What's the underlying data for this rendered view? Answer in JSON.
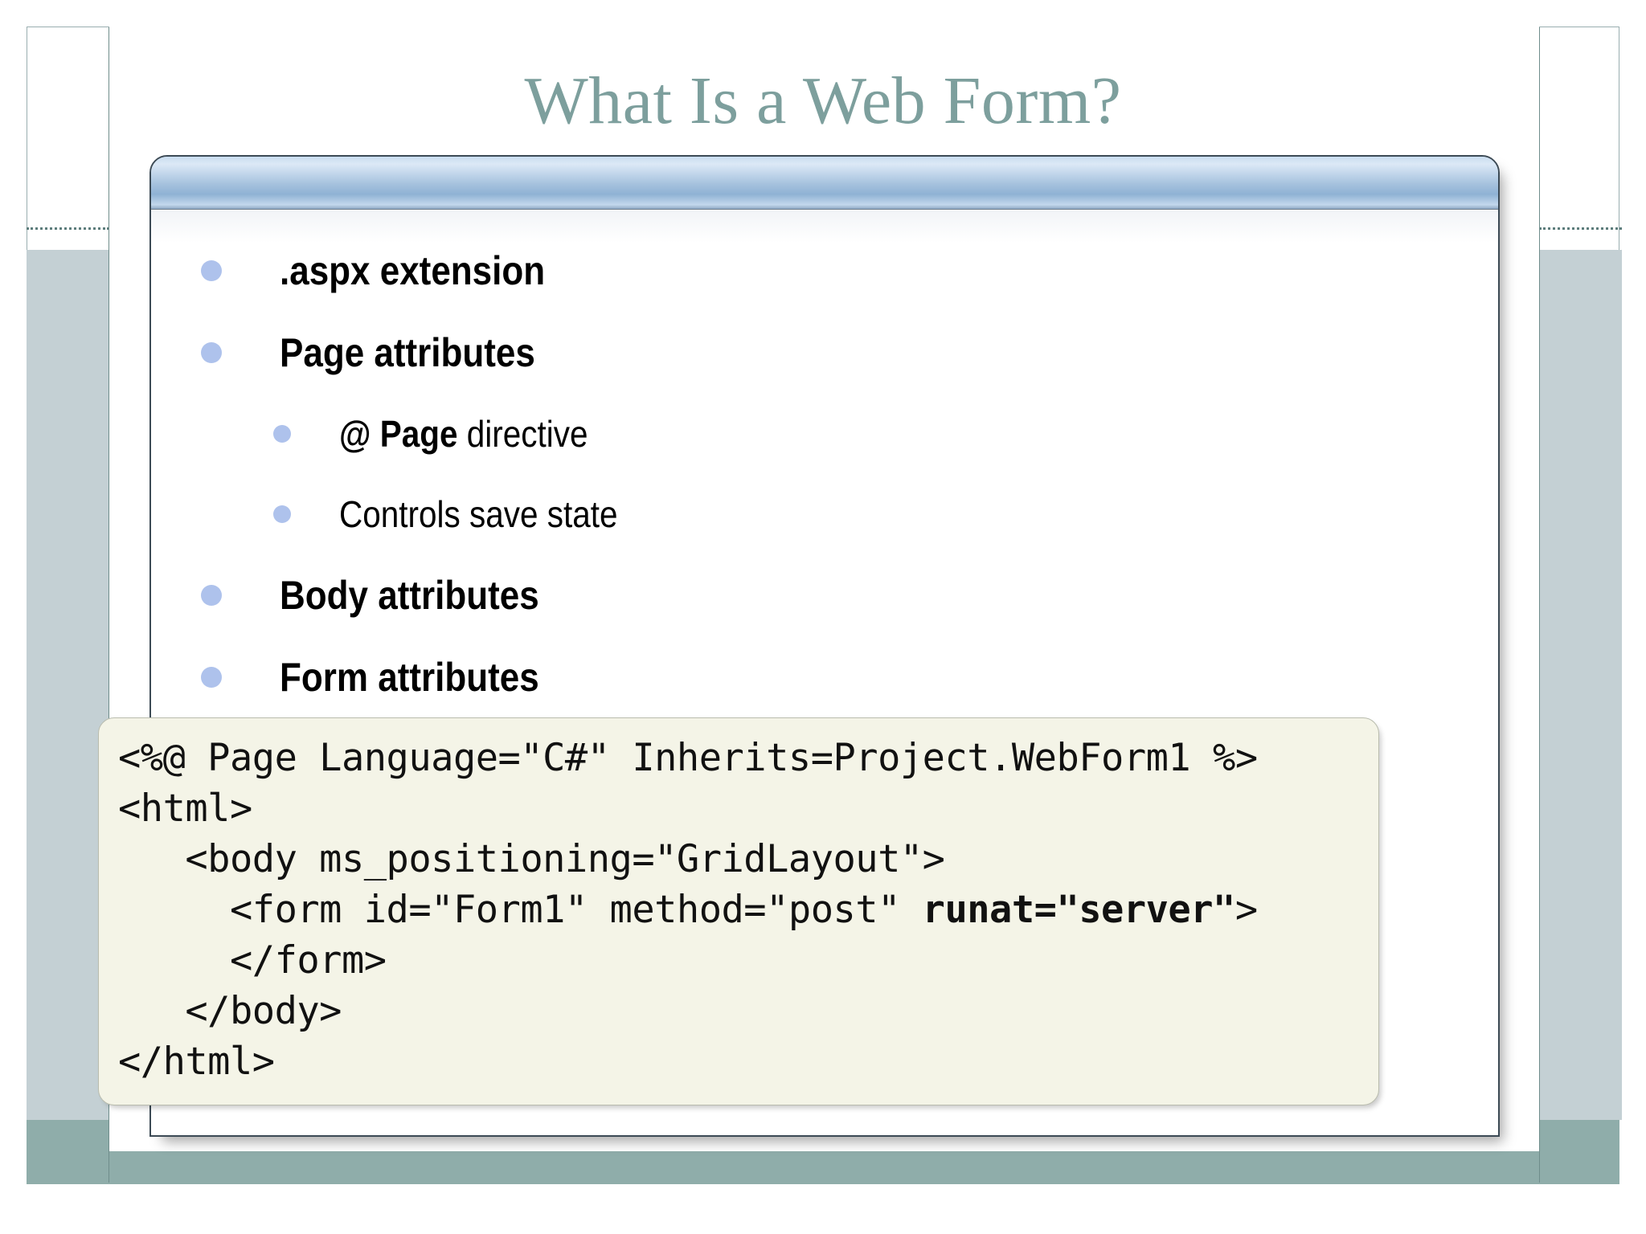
{
  "slide": {
    "title": "What Is a Web Form?",
    "title_color": "#7d9f9d",
    "accent_bar_color": "#8fadaa",
    "deco_block_color": "#c4d0d4",
    "bullet_color": "#aec2ec",
    "code_bg_color": "#f4f4e7"
  },
  "window": {
    "titlebar_label": ""
  },
  "bullets": [
    {
      "level": 1,
      "text": "",
      "html": ".aspx extension"
    },
    {
      "level": 1,
      "text": "",
      "html": "Page attributes"
    },
    {
      "level": 2,
      "text": "",
      "html": "<b>@ Page</b> directive"
    },
    {
      "level": 2,
      "text": "",
      "html": "Controls save state"
    },
    {
      "level": 1,
      "text": "",
      "html": "Body attributes"
    },
    {
      "level": 1,
      "text": "",
      "html": "Form attributes"
    }
  ],
  "bullet_plain": [
    ".aspx extension",
    "Page attributes",
    "@ Page directive",
    "Controls save state",
    "Body attributes",
    "Form attributes"
  ],
  "code": {
    "language": "aspx",
    "lines": [
      "<%@ Page Language=\"C#\" Inherits=Project.WebForm1 %>",
      "<html>",
      "   <body ms_positioning=\"GridLayout\">",
      "     <form id=\"Form1\" method=\"post\" runat=\"server\">",
      "     </form>",
      "   </body>",
      "</html>"
    ],
    "bold_fragments": [
      "runat=\"server\""
    ],
    "full_text": "<%@ Page Language=\"C#\" Inherits=Project.WebForm1 %>\n<html>\n   <body ms_positioning=\"GridLayout\">\n     <form id=\"Form1\" method=\"post\" runat=\"server\">\n     </form>\n   </body>\n</html>"
  }
}
